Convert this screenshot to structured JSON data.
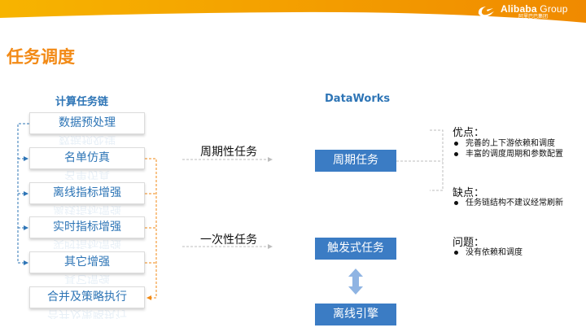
{
  "header": {
    "brand_en_bold": "Alibaba",
    "brand_en_light": " Group",
    "brand_cn": "阿里巴巴集团",
    "logo_icon": "alibaba-logo-mark"
  },
  "page_title": "任务调度",
  "left_panel": {
    "heading": "计算任务链",
    "tasks": [
      {
        "label": "数据预处理"
      },
      {
        "label": "名单仿真"
      },
      {
        "label": "离线指标增强"
      },
      {
        "label": "实时指标增强"
      },
      {
        "label": "其它增强"
      },
      {
        "label": "合并及策略执行"
      }
    ]
  },
  "middle": {
    "periodic_label": "周期性任务",
    "once_label": "一次性任务"
  },
  "right_panel": {
    "heading": "DataWorks",
    "periodic_task": "周期任务",
    "trigger_task": "触发式任务",
    "offline_engine": "离线引擎"
  },
  "notes": {
    "pros": {
      "title": "优点：",
      "items": [
        "完善的上下游依赖和调度",
        "丰富的调度周期和参数配置"
      ]
    },
    "cons": {
      "title": "缺点：",
      "items": [
        "任务链结构不建议经常刷新"
      ]
    },
    "issues": {
      "title": "问题：",
      "items": [
        "没有依赖和调度"
      ]
    }
  },
  "colors": {
    "accent_orange": "#f28a16",
    "blue_text": "#2e75b6",
    "blue_box": "#3b7cc4",
    "arrow_light_blue": "#8fb4e3"
  }
}
